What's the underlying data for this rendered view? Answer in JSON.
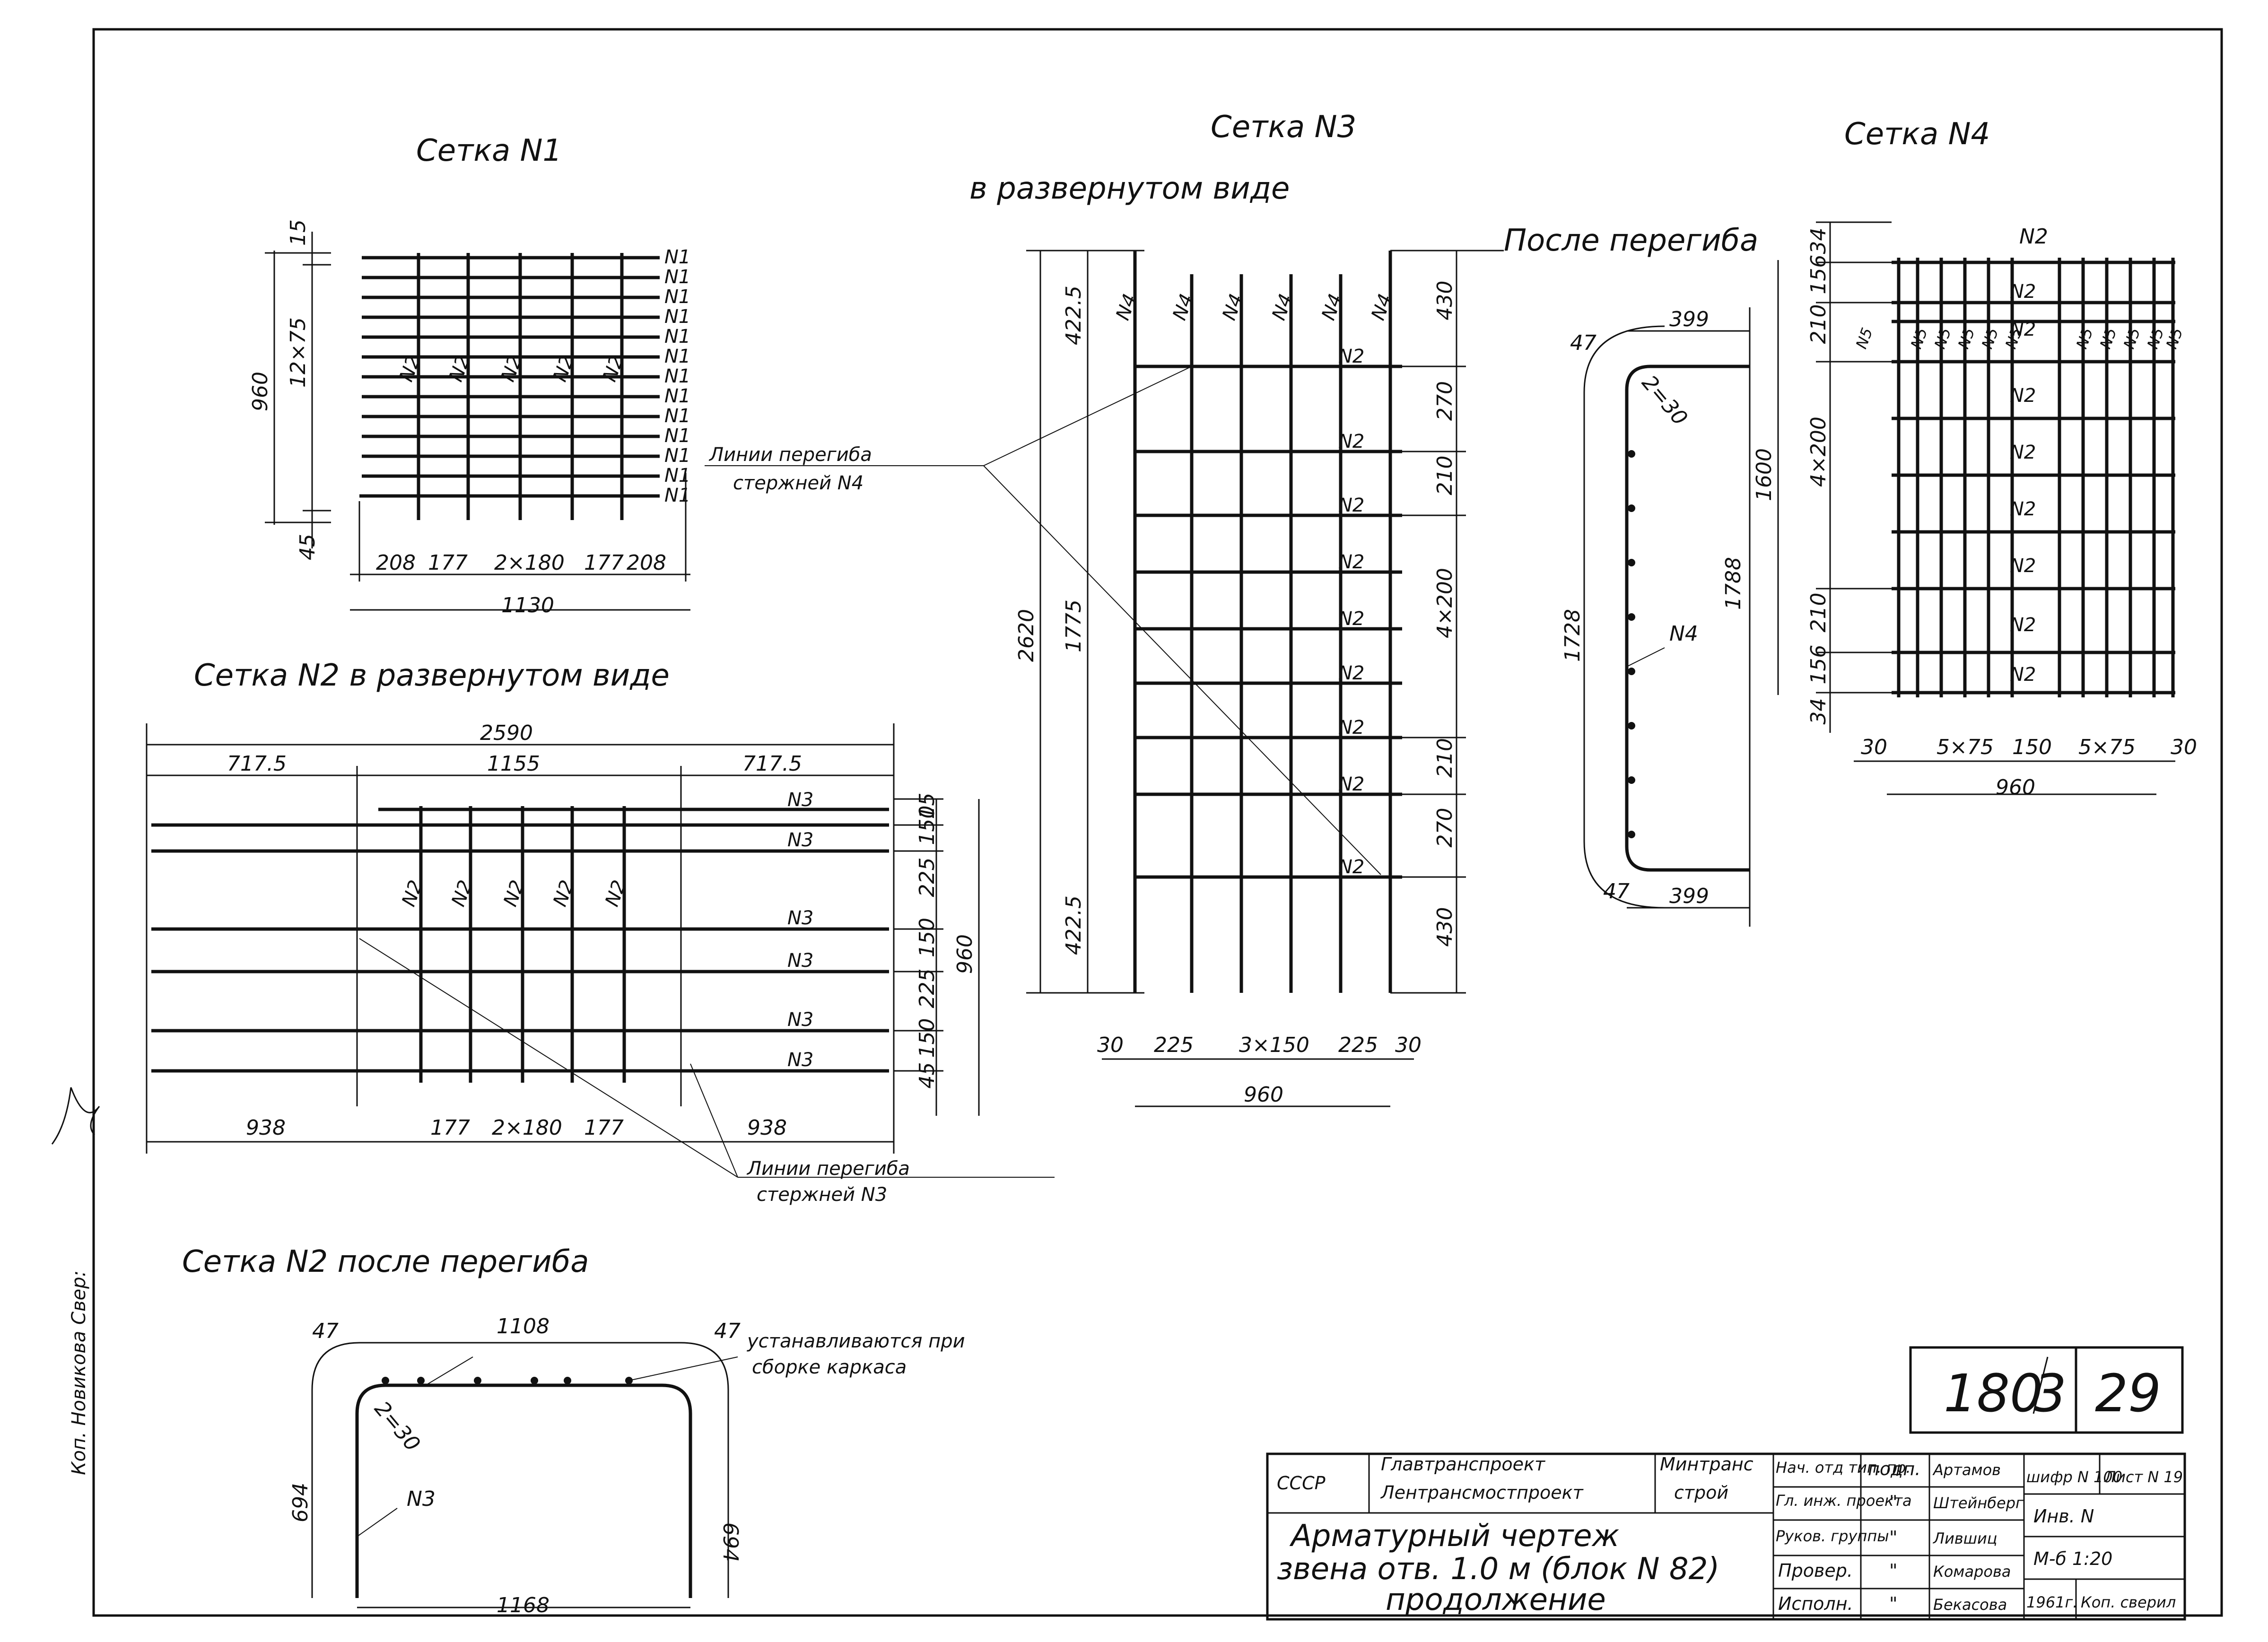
{
  "titles": {
    "mesh1": "Сетка N1",
    "mesh3": "Сетка N3",
    "mesh3_sub": "в развернутом виде",
    "mesh3_after": "После перегиба",
    "mesh4": "Сетка N4",
    "mesh2_unfolded": "Сетка N2 в развернутом виде",
    "mesh2_after": "Сетка N2 после перегиба"
  },
  "labels": {
    "n1": "N1",
    "n2": "N2",
    "n3": "N3",
    "n4": "N4",
    "n5": "N5",
    "bend_lines_n4": [
      "Линии перегиба",
      "стержней N4"
    ],
    "bend_lines_n3": [
      "Линии перегиба",
      "стержней N3"
    ],
    "installed": [
      "устанавливаются при",
      "сборке каркаса"
    ],
    "radius": "2=30"
  },
  "mesh1_dims": {
    "top": "15",
    "height": "960",
    "spacing": "12×75",
    "bottom": "45",
    "x": [
      "208",
      "177",
      "2×180",
      "177",
      "208"
    ],
    "total": "1130"
  },
  "mesh2_dims": {
    "total": "2590",
    "left": "717.5",
    "mid": "1155",
    "right": "717.5",
    "bottom_left": "938",
    "b1": "177",
    "b2": "2×180",
    "b3": "177",
    "bottom_right": "938",
    "right_dims": [
      "15",
      "150",
      "225",
      "150",
      "225",
      "150",
      "45"
    ],
    "height": "960"
  },
  "mesh3_dims": {
    "left_total": "2620",
    "left_top": "422.5",
    "left_mid": "1775",
    "left_bot": "422.5",
    "right": [
      "430",
      "270",
      "210",
      "4×200",
      "210",
      "270",
      "430"
    ],
    "x": [
      "30",
      "225",
      "3×150",
      "225",
      "30"
    ],
    "total": "960"
  },
  "mesh3_bent": {
    "top": "399",
    "bottom": "399",
    "r_top": "47",
    "r_bot": "47",
    "left": "1728",
    "right": "1788"
  },
  "mesh4_dims": {
    "left": [
      "34",
      "156",
      "210",
      "4×200",
      "210",
      "156",
      "34"
    ],
    "height": "1600",
    "x": [
      "30",
      "5×75",
      "150",
      "5×75",
      "30"
    ],
    "total": "960"
  },
  "mesh2_bent": {
    "top": "1108",
    "bottom": "1168",
    "r_left": "47",
    "r_right": "47",
    "left": "694",
    "right": "694"
  },
  "side_note": "Коп. Новикова   Свер:",
  "stamp": {
    "num": "180",
    "sub": "3",
    "sheet_no": "29"
  },
  "title_block": {
    "country": "СССР",
    "org1": "Главтранспроект",
    "org2": "Лентрансмостпроект",
    "ministry1": "Минтранс",
    "ministry2": "строй",
    "drawing1": "Арматурный чертеж",
    "drawing2": "звена отв. 1.0 м (блок N 82)",
    "drawing3": "продолжение",
    "roles": [
      "Нач. отд тип. пр.",
      "Гл. инж. проекта",
      "Руков. группы",
      "Провер.",
      "Исполн."
    ],
    "sign_head": "подп.",
    "sign": "\"",
    "names": [
      "Артамов",
      "Штейнберг",
      "Лившиц",
      "Комарова",
      "Бекасова"
    ],
    "cipher": "шифр N 100",
    "sheet": "Лист N 19",
    "inv": "Инв. N",
    "scale": "М-б 1:20",
    "year": "1961г.",
    "copy": "Коп. сверил"
  }
}
